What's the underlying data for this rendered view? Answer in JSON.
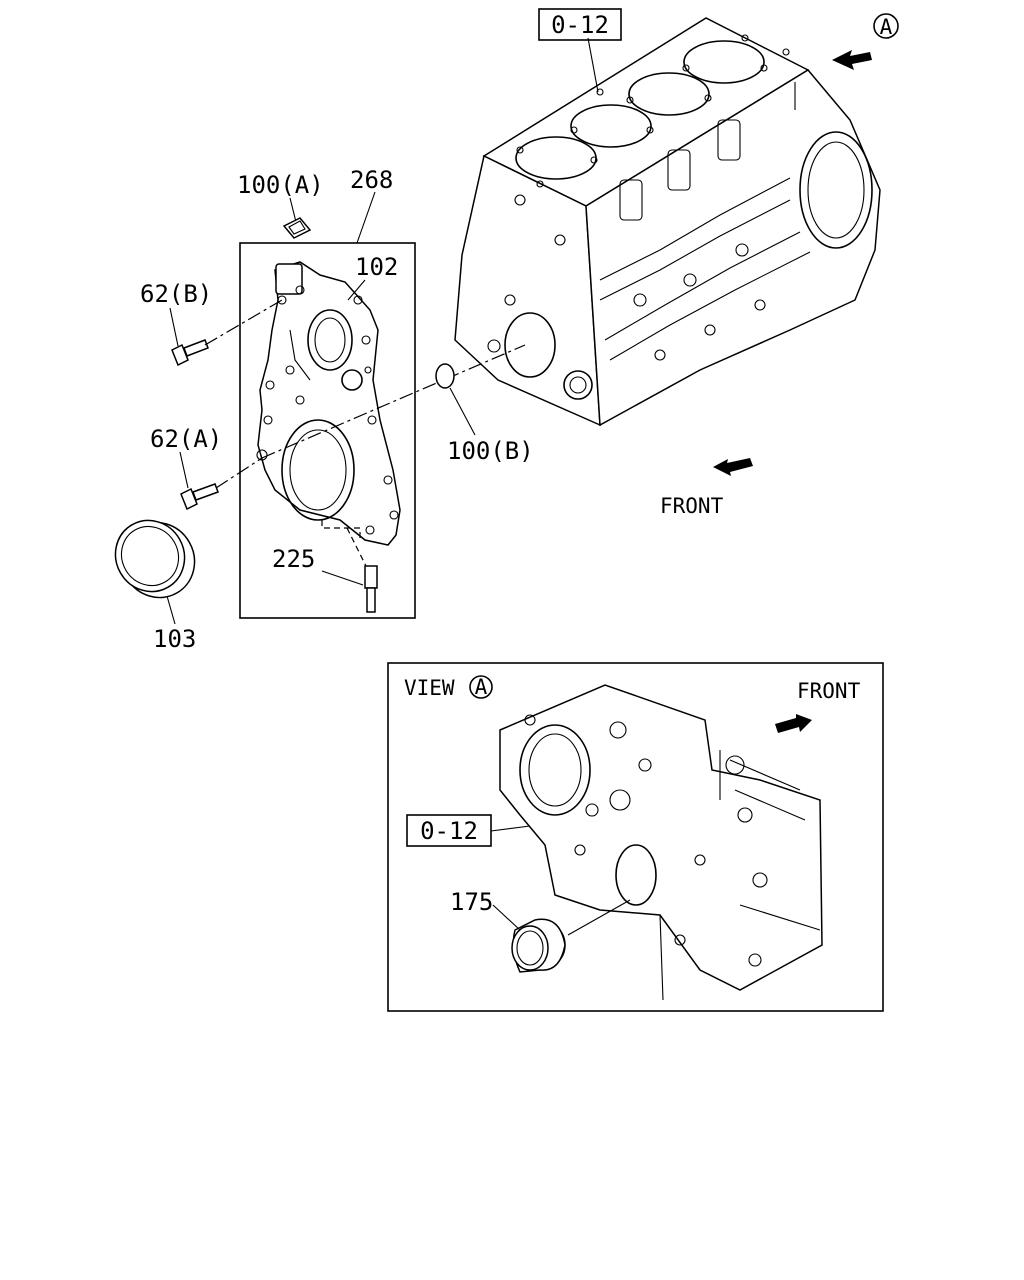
{
  "labels": {
    "ref_main": "0-12",
    "ref_view": "0-12",
    "callout_a": "A",
    "p268": "268",
    "p102": "102",
    "p100a": "100(A)",
    "p100b": "100(B)",
    "p62b": "62(B)",
    "p62a": "62(A)",
    "p225": "225",
    "p103": "103",
    "p175": "175",
    "front_main": "FRONT",
    "front_view": "FRONT",
    "view_title": "VIEW",
    "view_circle": "A"
  }
}
